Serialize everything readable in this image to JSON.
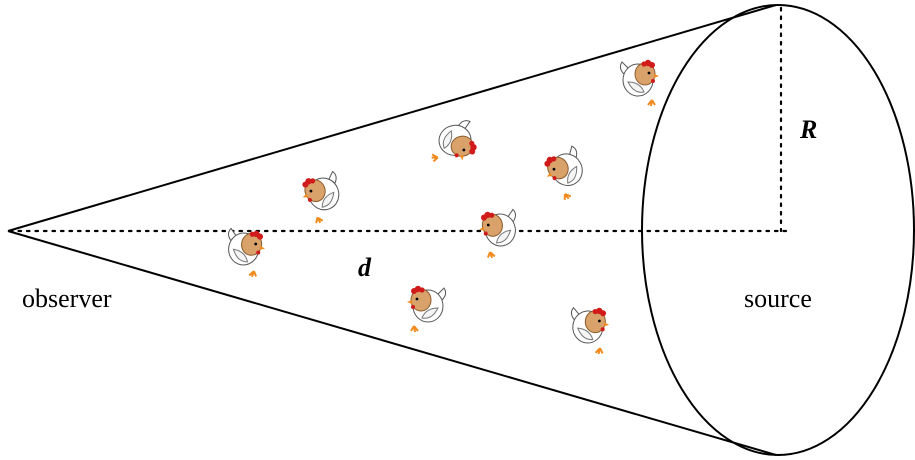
{
  "labels": {
    "observer": "observer",
    "source": "source",
    "distance": "d",
    "radius": "R"
  },
  "chicken_count": 8,
  "colors": {
    "line": "#000000",
    "chicken_body": "#d9a26b",
    "chicken_wing": "#ffffff",
    "chicken_comb": "#d11a1a",
    "chicken_feet": "#f08a1c"
  }
}
